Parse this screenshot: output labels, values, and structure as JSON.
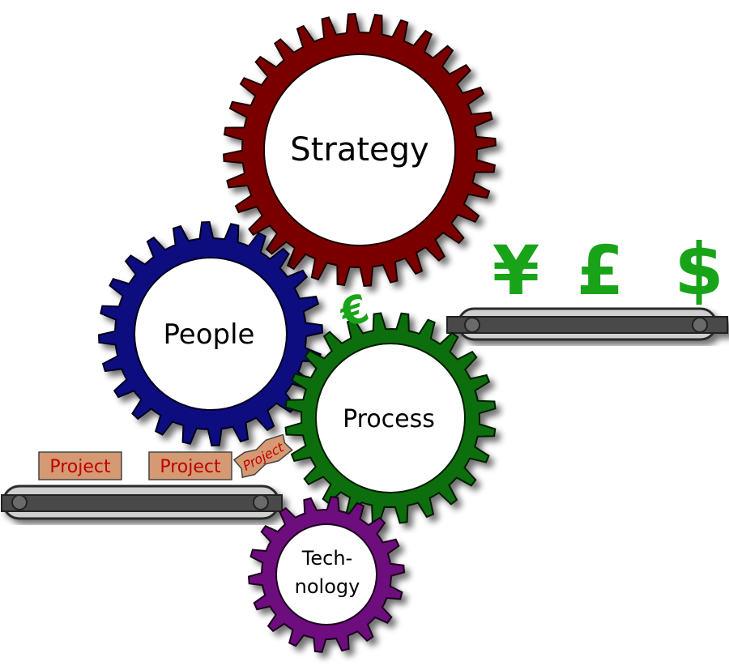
{
  "gears": {
    "strategy": {
      "label": "Strategy",
      "color": "#7a0505"
    },
    "people": {
      "label": "People",
      "color": "#0a0a80"
    },
    "process": {
      "label": "Process",
      "color": "#0a6e0a"
    },
    "technology": {
      "label_line1": "Tech-",
      "label_line2": "nology",
      "color": "#6e0a7e"
    }
  },
  "projects": {
    "box_1": "Project",
    "box_2": "Project",
    "box_3": "Project",
    "box_color": "#d59a73",
    "text_color": "#c00000"
  },
  "currencies": {
    "euro": "€",
    "yen": "¥",
    "pound": "£",
    "dollar": "$",
    "color": "#19a319"
  }
}
